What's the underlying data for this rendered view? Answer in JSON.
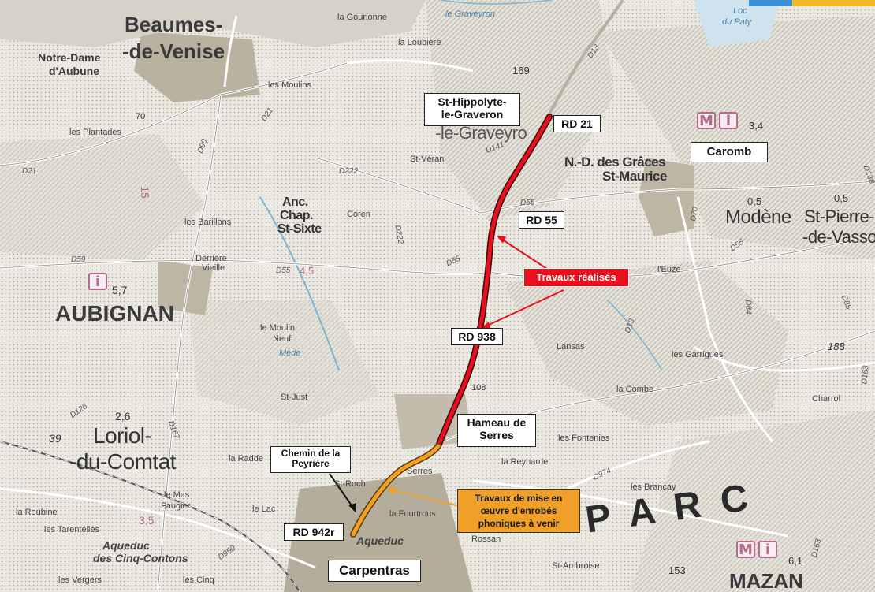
{
  "towns": {
    "beaumes": "Beaumes-",
    "venise": "-de-Venise",
    "notre_dame": "Notre-Dame",
    "aubune": "d'Aubune",
    "aubignan": "AUBIGNAN",
    "loriol": "Loriol-",
    "comtat": "-du-Comtat",
    "modene": "Modène",
    "st_pierre": "St-Pierre-",
    "vassols": "-de-Vassol",
    "mazan": "MAZAN",
    "parc": "P A R C",
    "nd_graces": "N.-D. des Grâces",
    "st_maurice": "St-Maurice",
    "anc_chap": "Anc.",
    "chap": "Chap.",
    "st_sixte": "St-Sixte"
  },
  "places": {
    "gourionne": "la Gourionne",
    "graveyron_top": "le Graveyron",
    "loubiere": "la Loubière",
    "moulins": "les Moulins",
    "plantades": "les Plantades",
    "st_veran": "St-Véran",
    "coren": "Coren",
    "barillons": "les Barillons",
    "derriere": "Derrière",
    "vieille": "Vieille",
    "moulin_neuf": "le Moulin",
    "neuf": "Neuf",
    "mede": "Mède",
    "lansas": "Lansas",
    "garrigues": "les Garrigues",
    "combe": "la Combe",
    "charrol": "Charrol",
    "st_just": "St-Just",
    "fontenies": "les Fontenies",
    "reynarde": "la Reynarde",
    "radde": "la Radde",
    "st_roch": "St-Roch",
    "serres_map": "Serres",
    "lac": "le Lac",
    "mas_faugier": "le Mas",
    "faugier": "Faugier",
    "roubine": "la Roubine",
    "tarentelles": "les Tarentelles",
    "aqueduc": "Aqueduc",
    "cinq_contons": "des Cinq-Contons",
    "vergers": "les Vergers",
    "cinq": "les Cinq",
    "aqueduc2": "Aqueduc",
    "fourtrous": "la Fourtrous",
    "rossan": "Rossan",
    "brancay": "les Brancay",
    "st_ambroise": "St-Ambroise",
    "euze": "l'Euze",
    "loc": "Loc",
    "paty": "du Paty",
    "graveyron_mid": "-le-Graveyro"
  },
  "numbers": {
    "n169": "169",
    "n70": "70",
    "n57": "5,7",
    "n26": "2,6",
    "n39": "39",
    "n34": "3,4",
    "n05a": "0,5",
    "n05b": "0,5",
    "n188": "188",
    "n153": "153",
    "n108": "108",
    "n61": "6,1",
    "n35": "3,5",
    "n45": "4,5",
    "n15": "15"
  },
  "roads": {
    "d90": "D90",
    "d21": "D21",
    "d21b": "D21",
    "d222": "D222",
    "d222b": "D222",
    "d55": "D55",
    "d55b": "D55",
    "d55c": "D55",
    "d59": "D59",
    "d126": "D126",
    "d167": "D167",
    "d974": "D974",
    "d950": "D950",
    "d13": "D13",
    "d13b": "D13",
    "d70": "D70",
    "d84": "D84",
    "d85": "D85",
    "d163": "D163",
    "d163b": "D163",
    "d138": "D138",
    "d141": "D141",
    "d55n": "D55"
  },
  "tags": {
    "st_hippolyte_1": "St-Hippolyte-",
    "st_hippolyte_2": "le-Graveron",
    "rd21": "RD 21",
    "caromb": "Caromb",
    "rd55": "RD 55",
    "rd938": "RD 938",
    "hameau_1": "Hameau de",
    "hameau_2": "Serres",
    "chemin_1": "Chemin de la",
    "chemin_2": "Peyrière",
    "rd942r": "RD 942r",
    "carpentras": "Carpentras"
  },
  "callouts": {
    "realises": "Travaux réalisés",
    "venir_1": "Travaux de mise en",
    "venir_2": "œuvre d'enrobés",
    "venir_3": "phoniques à venir"
  },
  "colors": {
    "done": "#e8101c",
    "upcoming": "#f0a028",
    "corner_blue": "#3a8fd6",
    "corner_yellow": "#f2b92a"
  }
}
